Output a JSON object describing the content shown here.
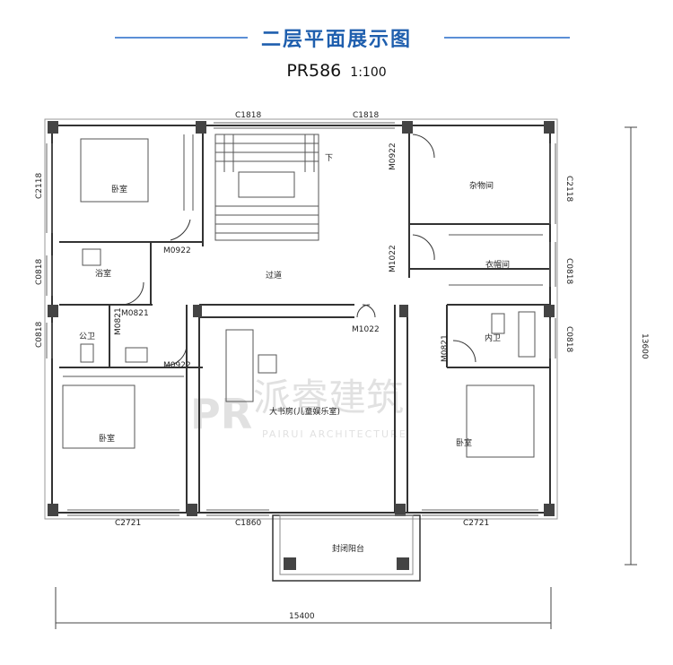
{
  "title": "二层平面展示图",
  "plan_code": "PR586",
  "scale": "1:100",
  "watermark": {
    "cn": "派睿建筑",
    "en": "PAIRUI ARCHITECTURE",
    "logo": "PR"
  },
  "rooms": {
    "bedroom_nw": "卧室",
    "bathroom": "浴室",
    "public_wc": "公卫",
    "bedroom_sw": "卧室",
    "corridor": "过道",
    "storage": "杂物间",
    "closet": "衣帽间",
    "ensuite": "内卫",
    "bedroom_se": "卧室",
    "study": "大书房(儿童娱乐室)",
    "balcony": "封闭阳台",
    "stair_down": "下"
  },
  "windows": {
    "top_left": "C1818",
    "top_right": "C1818",
    "left_upper": "C2118",
    "right_upper": "C2118",
    "left_mid": "C0818",
    "left_lower": "C0818",
    "right_mid": "C0818",
    "right_lower": "C0818",
    "bottom_left": "C2721",
    "bottom_mid": "C1860",
    "bottom_right": "C2721"
  },
  "doors": {
    "d1": "M0922",
    "d2": "M0922",
    "d3": "M0922",
    "d4": "M0821",
    "d5": "M0821",
    "d6": "M0821",
    "d7": "M1022",
    "d8": "M1022"
  },
  "dimensions": {
    "width": "15400",
    "depth": "13600"
  }
}
